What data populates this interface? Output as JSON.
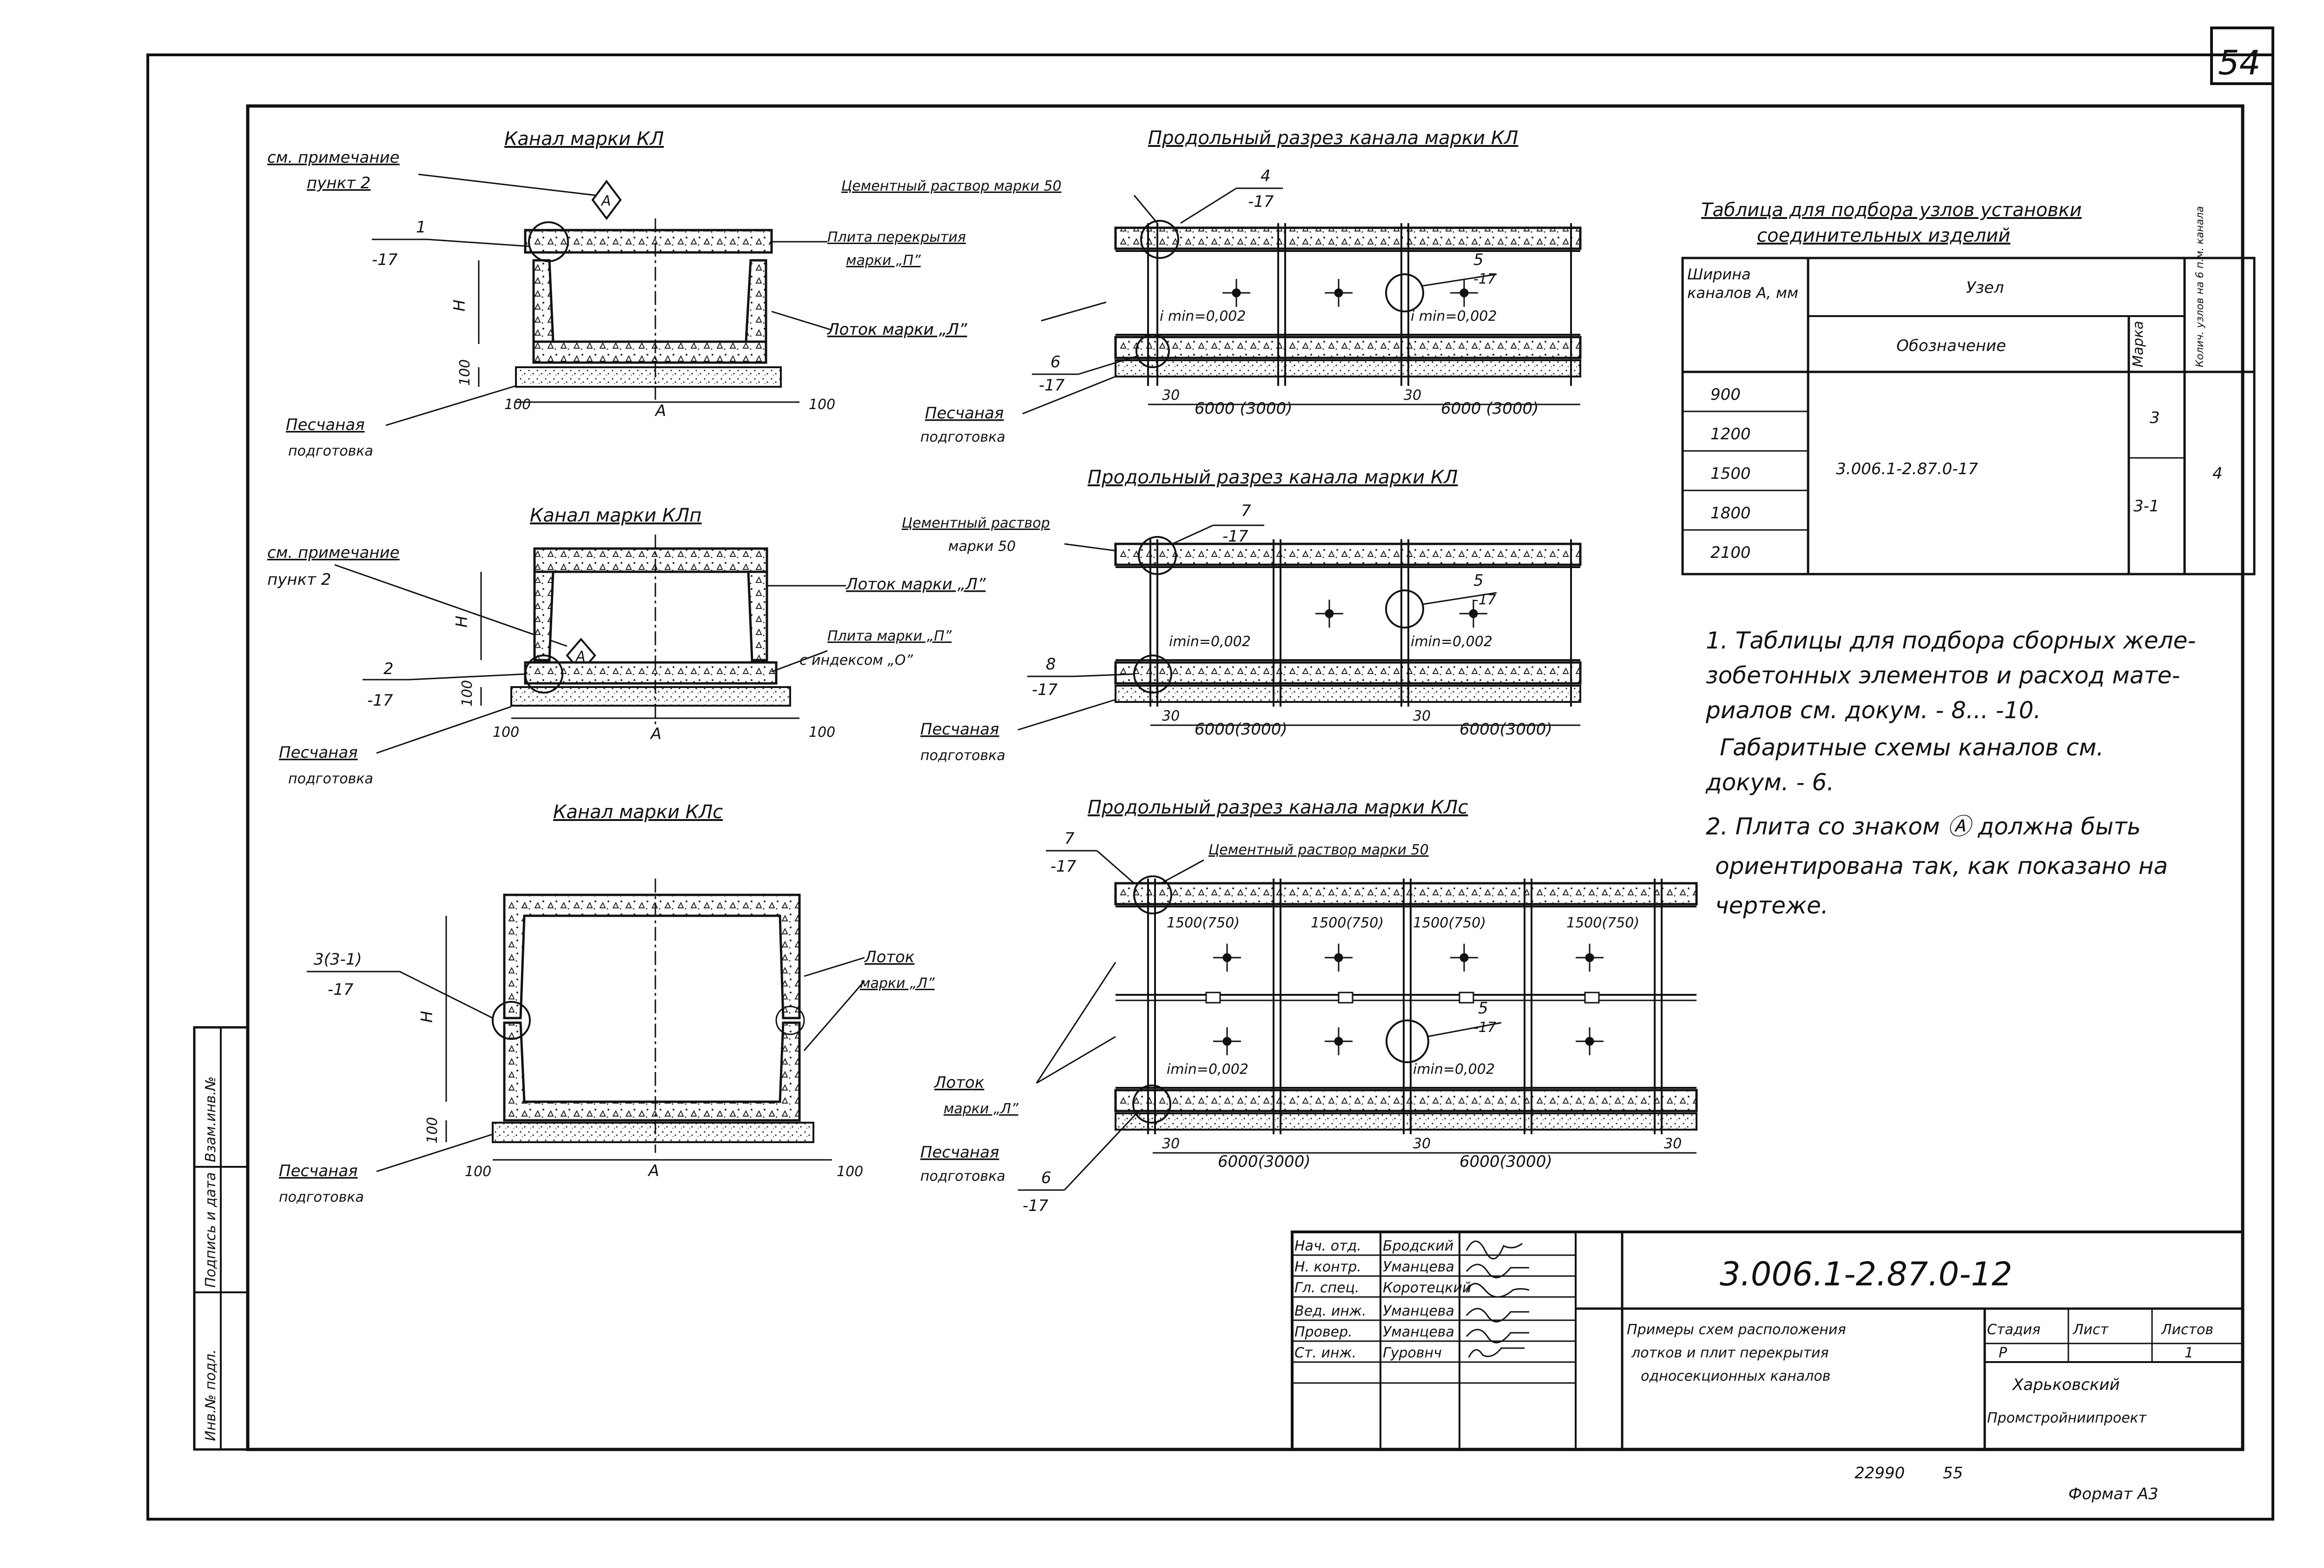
{
  "sheet": {
    "page": "54",
    "inventory": "22990",
    "inventory_page": "55",
    "format": "Формат А3"
  },
  "sidebar": [
    "Инв.№ подл.",
    "Подпись и дата",
    "Взам.инв.№"
  ],
  "cross_sections": [
    {
      "title": "Канал марки КЛ",
      "note_ref": "см. примечание",
      "note_item": "пункт 2",
      "mark": "А",
      "node_num": "1",
      "node_sheet": "-17",
      "slab": "Плита перекрытия",
      "slab2": "марки „П”",
      "tray": "Лоток марки „Л”",
      "sand": "Песчаная",
      "sand2": "подготовка",
      "h": "H",
      "w": "A",
      "d100": "100"
    },
    {
      "title": "Канал марки КЛп",
      "note_ref": "см. примечание",
      "note_item": "пункт 2",
      "mark": "А",
      "node_num": "2",
      "node_sheet": "-17",
      "tray": "Лоток марки „Л”",
      "slab": "Плита марки „П”",
      "slab2": "с индексом „О”",
      "sand": "Песчаная",
      "sand2": "подготовка",
      "h": "H",
      "w": "A",
      "d100": "100"
    },
    {
      "title": "Канал марки КЛс",
      "node_num": "3(3-1)",
      "node_sheet": "-17",
      "tray": "Лоток",
      "tray2": "марки „Л”",
      "sand": "Песчаная",
      "sand2": "подготовка",
      "h": "H",
      "w": "A",
      "d100": "100"
    }
  ],
  "long_sections": [
    {
      "title": "Продольный разрез канала марки КЛ",
      "mortar": "Цементный раствор марки 50",
      "node_a": "4",
      "node_a_sheet": "-17",
      "node_b": "5",
      "node_b_sheet": "-17",
      "node_c": "6",
      "node_c_sheet": "-17",
      "slope1": "i min=0,002",
      "slope2": "i min=0,002",
      "tray": "Лоток марки „Л”",
      "sand": "Песчаная",
      "sand2": "подготовка",
      "gap": "30",
      "span1": "6000 (3000)",
      "span2": "6000 (3000)"
    },
    {
      "title": "Продольный разрез канала марки КЛ",
      "mortar": "Цементный раствор",
      "mortar2": "марки 50",
      "node_a": "7",
      "node_a_sheet": "-17",
      "node_b": "5",
      "node_b_sheet": "-17",
      "node_c": "8",
      "node_c_sheet": "-17",
      "slope1": "imin=0,002",
      "slope2": "imin=0,002",
      "sand": "Песчаная",
      "sand2": "подготовка",
      "gap": "30",
      "span1": "6000(3000)",
      "span2": "6000(3000)"
    },
    {
      "title": "Продольный разрез канала марки КЛс",
      "mortar": "Цементный раствор марки 50",
      "node_a": "7",
      "node_a_sheet": "-17",
      "node_b": "5",
      "node_b_sheet": "-17",
      "node_c": "6",
      "node_c_sheet": "-17",
      "slope1": "imin=0,002",
      "slope2": "imin=0,002",
      "tray": "Лоток",
      "tray2": "марки „Л”",
      "sand": "Песчаная",
      "sand2": "подготовка",
      "step": "1500(750)",
      "gap": "30",
      "span1": "6000(3000)",
      "span2": "6000(3000)"
    }
  ],
  "table": {
    "title": "Таблица для подбора узлов установки",
    "title2": "соединительных изделий",
    "h_width": "Ширина каналов А, мм",
    "h_node": "Узел",
    "h_designation": "Обозначение",
    "h_mark": "Марка",
    "h_count": "Колич. узлов на 6 п.м. канала",
    "widths": [
      "900",
      "1200",
      "1500",
      "1800",
      "2100"
    ],
    "designation": "3.006.1-2.87.0-17",
    "marks": [
      "3",
      "3-1"
    ],
    "count": "4"
  },
  "notes": [
    "1. Таблицы для подбора сборных желе-",
    "зобетонных элементов и расход мате-",
    "риалов см. докум. - 8... -10.",
    "Габаритные схемы каналов см.",
    "докум. - 6.",
    "2. Плита со знаком Ⓐ должна быть",
    "ориентирована так, как показано на",
    "чертеже."
  ],
  "stamp": {
    "roles": [
      "Нач. отд.",
      "Н. контр.",
      "Гл. спец.",
      "Вед. инж.",
      "Провер.",
      "Ст. инж."
    ],
    "names": [
      "Бродский",
      "Уманцева",
      "Коротецкий",
      "Уманцева",
      "Уманцева",
      "Гуровнч"
    ],
    "code": "3.006.1-2.87.0-12",
    "doc_title": [
      "Примеры схем расположения",
      "лотков и плит перекрытия",
      "односекционных каналов"
    ],
    "h_stage": "Стадия",
    "h_sheet": "Лист",
    "h_sheets": "Листов",
    "stage": "Р",
    "sheets": "1",
    "org": [
      "Харьковский",
      "Промстройниипроект"
    ]
  }
}
